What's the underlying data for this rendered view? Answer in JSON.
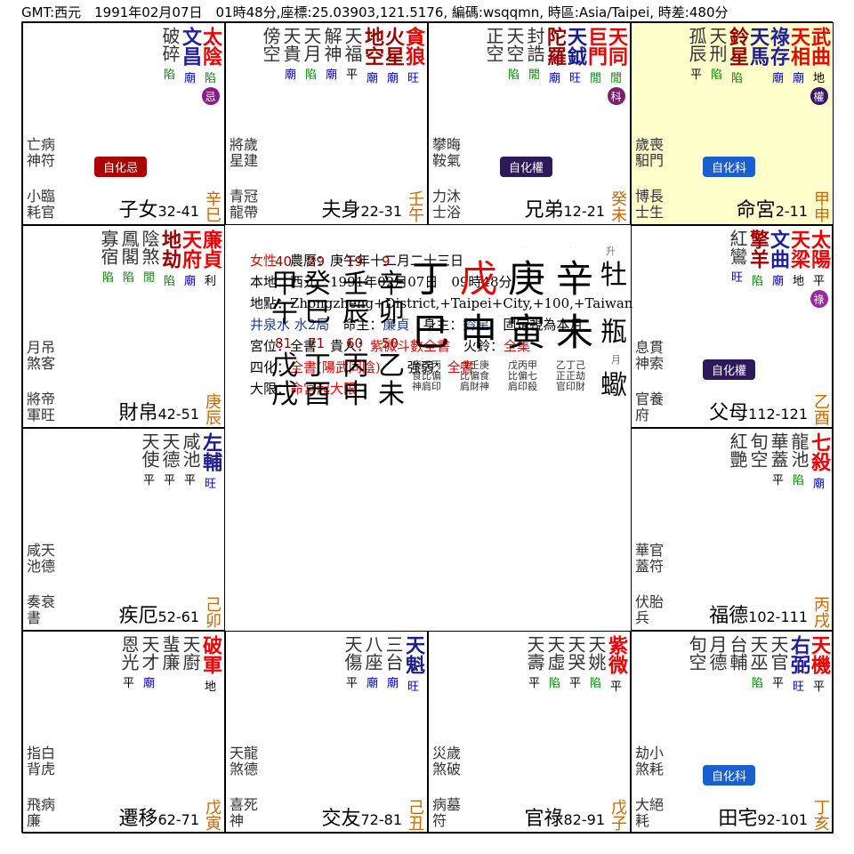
{
  "header": "GMT:西元　1991年02月07日　01時48分,座標:25.03903,121.5176, 編碼:wsqqmn, 時區:Asia/Taipei, 時差:480分",
  "palaces": [
    {
      "id": "si",
      "pos": [
        0,
        0
      ],
      "stars": [
        {
          "name": "太陰",
          "color": "c-red",
          "brightness": "陷",
          "bcolor": "b-green",
          "hua": "忌",
          "huaType": "ji"
        },
        {
          "name": "文昌",
          "color": "c-blue",
          "brightness": "廟",
          "bcolor": "b-blue"
        },
        {
          "name": "破碎",
          "minor": true,
          "brightness": "陷",
          "bcolor": "b-green"
        }
      ],
      "gods": [
        "亡病",
        "神符"
      ],
      "gods2": [
        "小臨",
        "耗官"
      ],
      "badge": "自化忌",
      "badgeColor": "red",
      "palace": "子女",
      "range": "32-41",
      "ganzhi": "辛巳"
    },
    {
      "id": "wu",
      "pos": [
        1,
        0
      ],
      "stars": [
        {
          "name": "貪狼",
          "color": "c-red",
          "brightness": "旺",
          "bcolor": "b-blue"
        },
        {
          "name": "火星",
          "color": "c-dred",
          "brightness": "廟",
          "bcolor": "b-blue"
        },
        {
          "name": "地空",
          "color": "c-dred",
          "brightness": "廟",
          "bcolor": "b-blue"
        },
        {
          "name": "天福",
          "minor": true,
          "brightness": "平",
          "bcolor": "b-black"
        },
        {
          "name": "解神",
          "minor": true,
          "brightness": "廟",
          "bcolor": "b-blue"
        },
        {
          "name": "天月",
          "minor": true,
          "brightness": "陷",
          "bcolor": "b-green"
        },
        {
          "name": "天貴",
          "minor": true,
          "brightness": "廟",
          "bcolor": "b-blue"
        },
        {
          "name": "傍空",
          "minor": true,
          "brightness": "",
          "bcolor": "b-black"
        }
      ],
      "gods": [
        "將歲",
        "星建"
      ],
      "gods2": [
        "青冠",
        "龍帶"
      ],
      "badge": "",
      "badgeColor": "",
      "palace": "夫身",
      "range": "22-31",
      "ganzhi": "壬午"
    },
    {
      "id": "wei",
      "pos": [
        2,
        0
      ],
      "stars": [
        {
          "name": "天同",
          "color": "c-red",
          "brightness": "閒",
          "bcolor": "b-green",
          "hua": "科",
          "huaType": "ke"
        },
        {
          "name": "巨門",
          "color": "c-red",
          "brightness": "閒",
          "bcolor": "b-green"
        },
        {
          "name": "天鉞",
          "color": "c-navy",
          "brightness": "旺",
          "bcolor": "b-blue"
        },
        {
          "name": "陀羅",
          "color": "c-dred",
          "brightness": "廟",
          "bcolor": "b-blue"
        },
        {
          "name": "封誥",
          "minor": true,
          "brightness": "閒",
          "bcolor": "b-green"
        },
        {
          "name": "天空",
          "minor": true,
          "brightness": "陷",
          "bcolor": "b-green"
        },
        {
          "name": "正空",
          "minor": true,
          "brightness": "",
          "bcolor": "b-black"
        }
      ],
      "gods": [
        "攀晦",
        "鞍氣"
      ],
      "gods2": [
        "力沐",
        "士浴"
      ],
      "badge": "自化權",
      "badgeColor": "purple",
      "palace": "兄弟",
      "range": "12-21",
      "ganzhi": "癸未"
    },
    {
      "id": "shen",
      "pos": [
        3,
        0
      ],
      "hl": true,
      "stars": [
        {
          "name": "武曲",
          "color": "c-red",
          "brightness": "地",
          "bcolor": "b-black",
          "hua": "權",
          "huaType": "quan"
        },
        {
          "name": "天相",
          "color": "c-red",
          "brightness": "廟",
          "bcolor": "b-blue"
        },
        {
          "name": "祿存",
          "color": "c-blue",
          "brightness": "廟",
          "bcolor": "b-blue"
        },
        {
          "name": "天馬",
          "color": "c-navy",
          "brightness": "",
          "bcolor": "b-black"
        },
        {
          "name": "鈴星",
          "color": "c-dred",
          "brightness": "陷",
          "bcolor": "b-green"
        },
        {
          "name": "天刑",
          "minor": true,
          "brightness": "陷",
          "bcolor": "b-green"
        },
        {
          "name": "孤辰",
          "minor": true,
          "brightness": "平",
          "bcolor": "b-black"
        }
      ],
      "gods": [
        "歲喪",
        "馹門"
      ],
      "gods2": [
        "博長",
        "士生"
      ],
      "badge": "自化科",
      "badgeColor": "blue",
      "palace": "命宮",
      "range": "2-11",
      "ganzhi": "甲申"
    },
    {
      "id": "you",
      "pos": [
        3,
        1
      ],
      "stars": [
        {
          "name": "太陽",
          "color": "c-red",
          "brightness": "平",
          "bcolor": "b-black",
          "hua": "祿",
          "huaType": "lu"
        },
        {
          "name": "天梁",
          "color": "c-red",
          "brightness": "地",
          "bcolor": "b-black"
        },
        {
          "name": "文曲",
          "color": "c-blue",
          "brightness": "廟",
          "bcolor": "b-blue"
        },
        {
          "name": "擎羊",
          "color": "c-dred",
          "brightness": "陷",
          "bcolor": "b-green"
        },
        {
          "name": "紅鸞",
          "minor": true,
          "brightness": "旺",
          "bcolor": "b-blue"
        }
      ],
      "gods": [
        "息貫",
        "神索"
      ],
      "gods2": [
        "官養",
        "府"
      ],
      "badge": "自化權",
      "badgeColor": "purple",
      "palace": "父母",
      "range": "112-121",
      "ganzhi": "乙酉"
    },
    {
      "id": "xu",
      "pos": [
        3,
        2
      ],
      "stars": [
        {
          "name": "七殺",
          "color": "c-red",
          "brightness": "廟",
          "bcolor": "b-blue"
        },
        {
          "name": "龍池",
          "minor": true,
          "brightness": "陷",
          "bcolor": "b-green"
        },
        {
          "name": "華蓋",
          "minor": true,
          "brightness": "平",
          "bcolor": "b-black"
        },
        {
          "name": "旬空",
          "minor": true,
          "brightness": "",
          "bcolor": "b-black"
        },
        {
          "name": "紅艷",
          "minor": true,
          "brightness": "",
          "bcolor": "b-black"
        }
      ],
      "gods": [
        "華官",
        "蓋符"
      ],
      "gods2": [
        "伏胎",
        "兵"
      ],
      "badge": "",
      "badgeColor": "",
      "palace": "福德",
      "range": "102-111",
      "ganzhi": "丙戌"
    },
    {
      "id": "hai",
      "pos": [
        3,
        3
      ],
      "stars": [
        {
          "name": "天機",
          "color": "c-red",
          "brightness": "平",
          "bcolor": "b-black"
        },
        {
          "name": "右弼",
          "color": "c-blue",
          "brightness": "旺",
          "bcolor": "b-blue"
        },
        {
          "name": "天官",
          "minor": true,
          "brightness": "平",
          "bcolor": "b-black"
        },
        {
          "name": "天巫",
          "minor": true,
          "brightness": "陷",
          "bcolor": "b-green"
        },
        {
          "name": "台輔",
          "minor": true,
          "brightness": "",
          "bcolor": "b-black"
        },
        {
          "name": "月德",
          "minor": true,
          "brightness": "",
          "bcolor": "b-black"
        },
        {
          "name": "旬空",
          "minor": true,
          "brightness": "",
          "bcolor": "b-black"
        }
      ],
      "gods": [
        "劫小",
        "煞耗"
      ],
      "gods2": [
        "大絕",
        "耗"
      ],
      "badge": "自化科",
      "badgeColor": "blue",
      "palace": "田宅",
      "range": "92-101",
      "ganzhi": "丁亥"
    },
    {
      "id": "zi",
      "pos": [
        2,
        3
      ],
      "stars": [
        {
          "name": "紫微",
          "color": "c-red",
          "brightness": "平",
          "bcolor": "b-black"
        },
        {
          "name": "天姚",
          "minor": true,
          "brightness": "陷",
          "bcolor": "b-green"
        },
        {
          "name": "天哭",
          "minor": true,
          "brightness": "平",
          "bcolor": "b-black"
        },
        {
          "name": "天虛",
          "minor": true,
          "brightness": "陷",
          "bcolor": "b-green"
        },
        {
          "name": "天壽",
          "minor": true,
          "brightness": "平",
          "bcolor": "b-black"
        }
      ],
      "gods": [
        "災歲",
        "煞破"
      ],
      "gods2": [
        "病墓",
        "符"
      ],
      "badge": "",
      "badgeColor": "",
      "palace": "官祿",
      "range": "82-91",
      "ganzhi": "戊子"
    },
    {
      "id": "chou",
      "pos": [
        1,
        3
      ],
      "stars": [
        {
          "name": "天魁",
          "color": "c-navy",
          "brightness": "旺",
          "bcolor": "b-blue"
        },
        {
          "name": "三台",
          "minor": true,
          "brightness": "廟",
          "bcolor": "b-blue"
        },
        {
          "name": "八座",
          "minor": true,
          "brightness": "廟",
          "bcolor": "b-blue"
        },
        {
          "name": "天傷",
          "minor": true,
          "brightness": "平",
          "bcolor": "b-black"
        }
      ],
      "gods": [
        "天龍",
        "煞德"
      ],
      "gods2": [
        "喜死",
        "神"
      ],
      "badge": "",
      "badgeColor": "",
      "palace": "交友",
      "range": "72-81",
      "ganzhi": "己丑"
    },
    {
      "id": "yin",
      "pos": [
        0,
        3
      ],
      "stars": [
        {
          "name": "破軍",
          "color": "c-red",
          "brightness": "地",
          "bcolor": "b-black"
        },
        {
          "name": "天廚",
          "minor": true,
          "brightness": "",
          "bcolor": "b-black"
        },
        {
          "name": "蜚廉",
          "minor": true,
          "brightness": "",
          "bcolor": "b-black"
        },
        {
          "name": "天才",
          "minor": true,
          "brightness": "廟",
          "bcolor": "b-blue"
        },
        {
          "name": "恩光",
          "minor": true,
          "brightness": "平",
          "bcolor": "b-black"
        }
      ],
      "gods": [
        "指白",
        "背虎"
      ],
      "gods2": [
        "飛病",
        "廉"
      ],
      "badge": "",
      "badgeColor": "",
      "palace": "遷移",
      "range": "62-71",
      "ganzhi": "戊寅"
    },
    {
      "id": "mao",
      "pos": [
        0,
        2
      ],
      "stars": [
        {
          "name": "左輔",
          "color": "c-navy",
          "brightness": "旺",
          "bcolor": "b-blue"
        },
        {
          "name": "咸池",
          "minor": true,
          "brightness": "平",
          "bcolor": "b-black"
        },
        {
          "name": "天德",
          "minor": true,
          "brightness": "平",
          "bcolor": "b-black"
        },
        {
          "name": "天使",
          "minor": true,
          "brightness": "平",
          "bcolor": "b-black"
        }
      ],
      "gods": [
        "咸天",
        "池德"
      ],
      "gods2": [
        "奏衰",
        "書"
      ],
      "badge": "",
      "badgeColor": "",
      "palace": "疾厄",
      "range": "52-61",
      "ganzhi": "己卯"
    },
    {
      "id": "chen",
      "pos": [
        0,
        1
      ],
      "stars": [
        {
          "name": "廉貞",
          "color": "c-red",
          "brightness": "利",
          "bcolor": "b-black"
        },
        {
          "name": "天府",
          "color": "c-red",
          "brightness": "廟",
          "bcolor": "b-blue"
        },
        {
          "name": "地劫",
          "color": "c-dred",
          "brightness": "陷",
          "bcolor": "b-green"
        },
        {
          "name": "陰煞",
          "minor": true,
          "brightness": "閒",
          "bcolor": "b-green"
        },
        {
          "name": "鳳閣",
          "minor": true,
          "brightness": "陷",
          "bcolor": "b-green"
        },
        {
          "name": "寡宿",
          "minor": true,
          "brightness": "陷",
          "bcolor": "b-green"
        }
      ],
      "gods": [
        "月吊",
        "煞客"
      ],
      "gods2": [
        "將帝",
        "軍旺"
      ],
      "badge": "",
      "badgeColor": "",
      "palace": "財帛",
      "range": "42-51",
      "ganzhi": "庚辰"
    }
  ],
  "info": {
    "line1_a": "女性",
    "line1_b": "　農曆：庚午年十二月二十三日",
    "line2": "本地：西元　1991年02月07日　09時48分",
    "line3": "地點：Zhongzheng+District,+Taipei+City,+100,+Taiwan",
    "line4_a": "井泉水 水2局",
    "line4_b": "　命主：",
    "line4_c": "廉貞",
    "line4_d": "　身主：",
    "line4_e": "鈴星",
    "line4_f": "　固定視為本月",
    "line5_a": "宮位：全書　貴人：",
    "line5_b": "紫微斗數全書",
    "line5_c": "　火鈴：",
    "line5_d": "全集",
    "line6_a": "四化：",
    "line6_b": "全書(陽武同陰)",
    "line6_c": "　　強弱：",
    "line6_d": "全書",
    "line7_a": "大限：",
    "line7_b": "命宮起大限"
  },
  "bazi": {
    "shishen": [
      "正印",
      "女",
      "食神",
      "傷官"
    ],
    "stems": [
      "丁",
      "戊",
      "庚",
      "辛"
    ],
    "branches": [
      "巳",
      "申",
      "寅",
      "未"
    ],
    "hidden": [
      [
        "庚戊丙",
        "食比偏",
        "神肩印"
      ],
      [
        "戊壬庚",
        "比偏食",
        "肩財神"
      ],
      [
        "戊丙甲",
        "比偏七",
        "肩印殺"
      ],
      [
        "乙丁己",
        "正正劫",
        "官印財"
      ]
    ]
  },
  "luck": {
    "ages_top": [
      "40",
      "29",
      "19",
      "9"
    ],
    "stems": [
      "甲",
      "癸",
      "壬",
      "辛"
    ],
    "branches": [
      "午",
      "巳",
      "辰",
      "卯"
    ],
    "ages_bottom": [
      "81",
      "71",
      "60",
      "50"
    ],
    "stems2": [
      "戊",
      "丁",
      "丙",
      "乙"
    ],
    "branches2": [
      "戌",
      "酉",
      "申",
      "未"
    ]
  },
  "extra": {
    "sheng": "升",
    "niu": "牡",
    "ping": "瓶",
    "yue": "月",
    "xie": "蠍"
  },
  "circles": {
    "ji": "忌",
    "ke": "科",
    "lu": "祿",
    "quan": "權"
  }
}
